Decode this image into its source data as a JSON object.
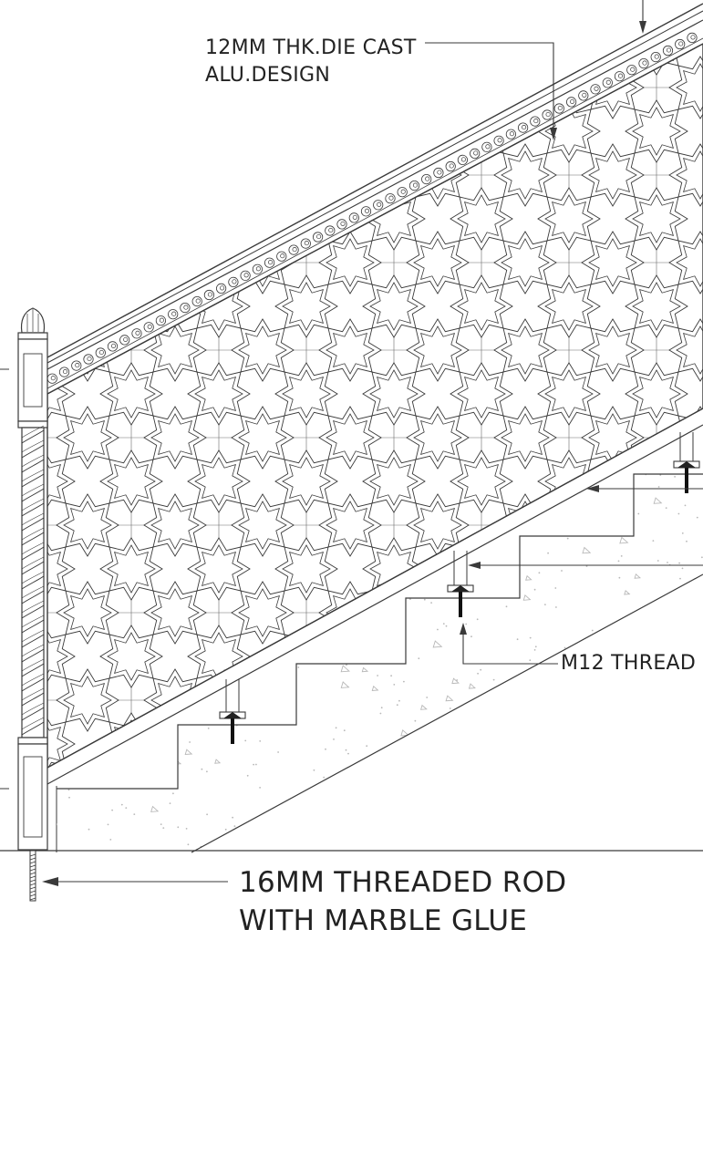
{
  "annotations": {
    "die_cast": {
      "line1": "12MM THK.DIE CAST",
      "line2": "ALU.DESIGN"
    },
    "thread": {
      "text": "M12 THREAD"
    },
    "rod": {
      "line1": "16MM THREADED ROD",
      "line2": "WITH MARBLE GLUE"
    }
  },
  "colors": {
    "line": "#3a3a3a",
    "light_line": "#6a6a6a",
    "hatch": "#b8b8b8",
    "background": "#ffffff"
  }
}
